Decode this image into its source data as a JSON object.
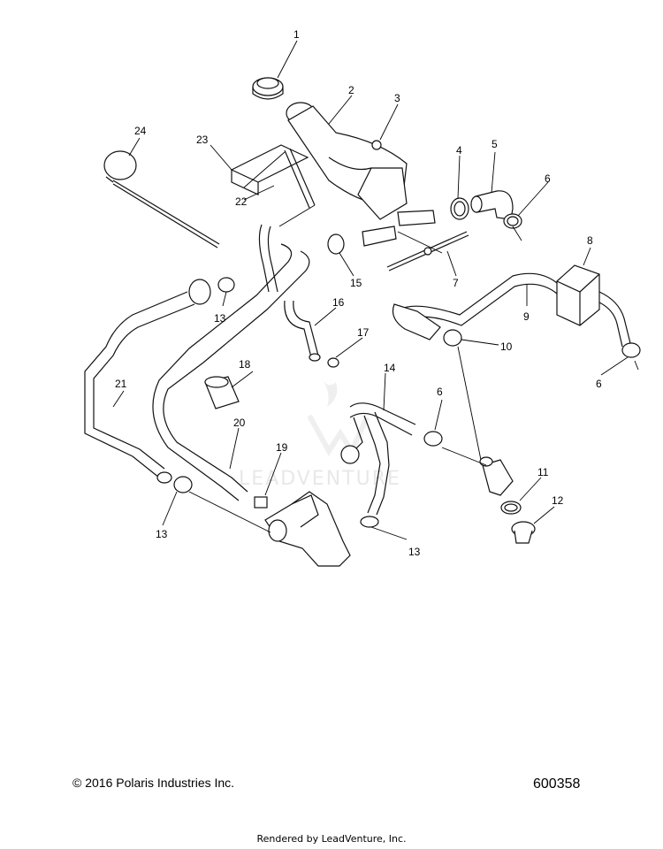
{
  "watermark": "LEADVENTURE",
  "callouts": [
    "1",
    "2",
    "3",
    "4",
    "5",
    "6",
    "7",
    "8",
    "9",
    "10",
    "11",
    "12",
    "13",
    "14",
    "15",
    "16",
    "17",
    "18",
    "19",
    "20",
    "21",
    "22",
    "23",
    "24"
  ],
  "footer": {
    "copyright": "© 2016 Polaris Industries Inc.",
    "doc_number": "600358",
    "rendered_by": "Rendered by LeadVenture, Inc."
  }
}
